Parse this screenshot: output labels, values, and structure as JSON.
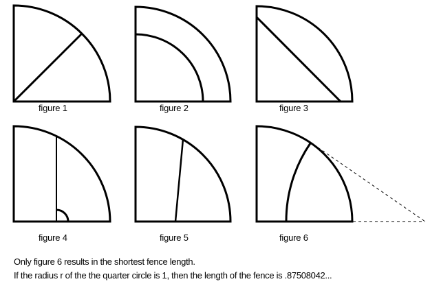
{
  "figures": [
    {
      "label": "figure 1"
    },
    {
      "label": "figure 2"
    },
    {
      "label": "figure 3"
    },
    {
      "label": "figure 4"
    },
    {
      "label": "figure 5"
    },
    {
      "label": "figure 6"
    }
  ],
  "conclusion": "Only figure 6 results in the shortest fence length.",
  "result": "If the radius r of the the quarter circle is 1, then the length of the fence is .87508042..."
}
